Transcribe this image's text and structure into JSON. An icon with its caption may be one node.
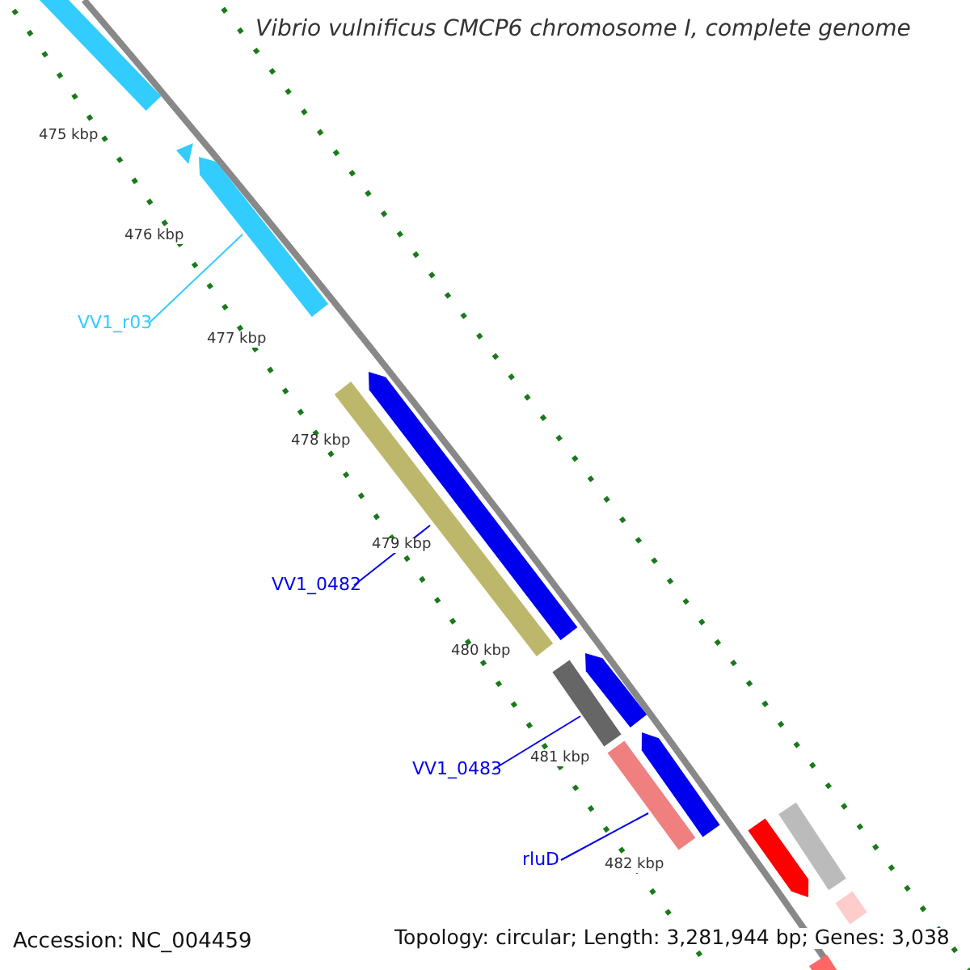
{
  "diagram": {
    "title": "Vibrio vulnificus CMCP6 chromosome I, complete genome",
    "nodes": [
      {
        "text": [
          "VV1_r03"
        ]
      },
      {
        "text": [],
        "shape": "bar"
      },
      {
        "text": [
          "VV1_0482"
        ]
      },
      {
        "text": [],
        "shape": "bar"
      },
      {
        "text": [
          "VV1_0483"
        ]
      },
      {
        "text": [],
        "shape": "bar"
      },
      {
        "text": [
          "rluD"
        ]
      },
      {
        "text": [],
        "shape": "bar"
      },
      {
        "text": [],
        "shape": "bar"
      },
      {
        "text": [],
        "shape": "bar"
      },
      {
        "text": [],
        "shape": "bar"
      },
      {
        "text": [],
        "shape": "bar"
      },
      {
        "text": [],
        "shape": "bar"
      },
      {
        "text": [],
        "shape": "bar"
      },
      {
        "text": [],
        "shape": "bar"
      },
      {
        "text": [],
        "shape": "bar"
      },
      {
        "text": [],
        "shape": "bar"
      }
    ],
    "edges": [
      {
        "from": 0,
        "to": 1,
        "arrow": "none",
        "color": "#33ccff"
      },
      {
        "from": 2,
        "to": 3,
        "arrow": "none"
      },
      {
        "from": 4,
        "to": 5,
        "arrow": "none"
      },
      {
        "from": 6,
        "to": 7,
        "arrow": "none"
      }
    ],
    "labels": [
      "475 kbp",
      "476 kbp",
      "477 kbp",
      "478 kbp",
      "479 kbp",
      "480 kbp",
      "481 kbp",
      "482 kbp",
      "Accession: NC_004459",
      "Topology: circular; Length: 3,281,944 bp; Genes: 3,038"
    ]
  }
}
